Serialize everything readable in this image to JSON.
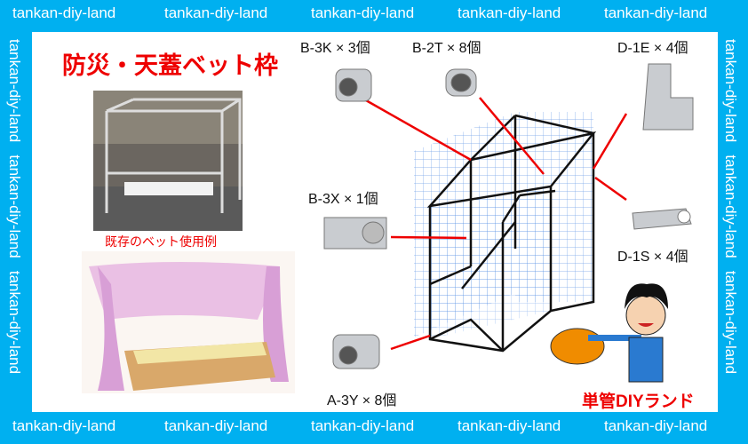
{
  "watermark": "tankan-diy-land",
  "title": "防災・天蓋ベット枠",
  "photo_caption": "既存のベット使用例",
  "brand": "単管DIYランド",
  "parts": [
    {
      "code": "B-3K × 3個"
    },
    {
      "code": "B-2T × 8個"
    },
    {
      "code": "D-1E × 4個"
    },
    {
      "code": "B-3X × 1個"
    },
    {
      "code": "D-1S × 4個"
    },
    {
      "code": "A-3Y × 8個"
    }
  ],
  "colors": {
    "border": "#00b0f0",
    "accent": "#ee0000",
    "grid": "#3a7de0"
  }
}
